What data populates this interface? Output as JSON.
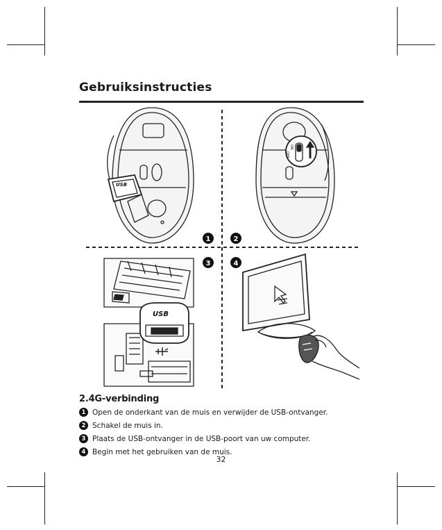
{
  "page": {
    "title": "Gebruiksinstructies",
    "page_number": "32"
  },
  "illustration": {
    "usb_label_top": "USB",
    "usb_label_bottom": "USB",
    "switch_on": "ON",
    "switch_off": "OFF",
    "panel_numbers": [
      "1",
      "2",
      "3",
      "4"
    ]
  },
  "section": {
    "title": "2.4G-verbinding",
    "steps": [
      {
        "num": "1",
        "text": "Open de onderkant van de muis en verwijder de USB-ontvanger."
      },
      {
        "num": "2",
        "text": "Schakel de muis in."
      },
      {
        "num": "3",
        "text": "Plaats de USB-ontvanger in de USB-poort van uw computer."
      },
      {
        "num": "4",
        "text": "Begin met het gebruiken van de muis."
      }
    ]
  }
}
